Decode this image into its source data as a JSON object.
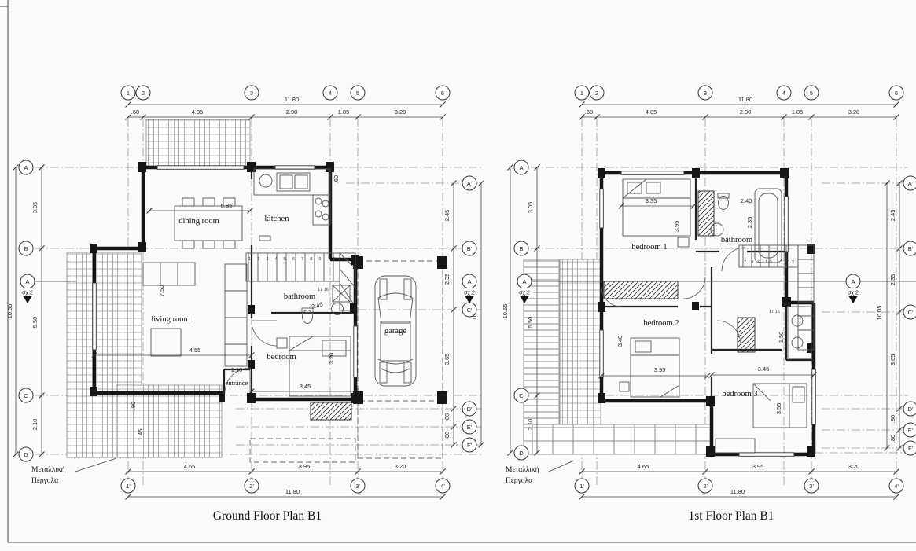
{
  "sheet": {
    "ground_title": "Ground Floor Plan  B1",
    "first_title": "1st Floor Plan  B1"
  },
  "ground": {
    "cols": [
      "1",
      "2",
      "3",
      "4",
      "5",
      "6"
    ],
    "cols_b": [
      "1'",
      "2'",
      "3'",
      "4'"
    ],
    "rows": [
      "A",
      "B",
      "C",
      "D"
    ],
    "rows_r": [
      "A'",
      "B'",
      "C'",
      "D'",
      "E'",
      "F'"
    ],
    "dim": {
      "top_total": "11.80",
      "top_segs": [
        ".60",
        "4.05",
        "2.90",
        "1.05",
        "3.20"
      ],
      "bottom_segs": [
        "4.65",
        "3.95",
        "3.20"
      ],
      "bottom_total": "11.80",
      "left_segs": [
        "3.05",
        "5.50",
        "2.10"
      ],
      "left_total": "10.65",
      "right_segs": [
        "2.45",
        "2.35",
        "3.65",
        ".80",
        ".80"
      ],
      "right_total": "10.05"
    },
    "rooms": {
      "dining": "dining room",
      "kitchen": "kitchen",
      "living": "living room",
      "bathroom": "bathroom",
      "bedroom": "bedroom",
      "entrance": "entrance",
      "garage": "garage"
    },
    "idims": {
      "dining_w": "5.85",
      "k_off": ".60",
      "liv_h": "7.50",
      "liv_w": "4.55",
      "bath": "2.45",
      "ent": "1.10",
      "bed_w": "3.45",
      "bed_h": "3.20",
      "p1": ".90",
      "p2": "1.45"
    },
    "stairs": "1 2 3 4 5 6 7 8 9 10",
    "stairs_w": "17 16",
    "section": {
      "a": "A",
      "s": "σχ.2"
    },
    "pergola": [
      "Μεταλλική",
      "Πέργολα"
    ]
  },
  "first": {
    "cols": [
      "1",
      "2",
      "3",
      "4",
      "5",
      "6"
    ],
    "cols_b": [
      "1'",
      "2'",
      "3'",
      "4'"
    ],
    "rows": [
      "A",
      "B",
      "C",
      "D"
    ],
    "rows_r": [
      "A'",
      "B'",
      "C'",
      "D'",
      "E'",
      "F'"
    ],
    "dim": {
      "top_total": "11.80",
      "top_segs": [
        ".60",
        "4.05",
        "2.90",
        "1.05",
        "3.20"
      ],
      "bottom_segs": [
        "4.65",
        "3.95",
        "3.20"
      ],
      "bottom_total": "11.80",
      "left_segs": [
        "3.05",
        "5.50",
        "2.10"
      ],
      "left_total": "10.65",
      "right_segs": [
        "2.45",
        "2.35",
        "3.65",
        ".80",
        ".80"
      ],
      "right_total": "10.05"
    },
    "rooms": {
      "bedroom1": "bedroom 1",
      "bathroom": "bathroom",
      "bedroom2": "bedroom 2",
      "bedroom3": "bedroom 3"
    },
    "idims": {
      "b1_w": "3.35",
      "b1_h": "3.95",
      "bath_w": "2.40",
      "bath_h": "2.35",
      "b2_h": "3.40",
      "b2_w": "3.95",
      "b3_w": "3.45",
      "b3_h": "3.55",
      "wc": "1.50"
    },
    "stairs": "7 8 9 10 11 12",
    "stairs_w": "17 16",
    "section": {
      "a": "A",
      "s": "σχ.2"
    },
    "pergola": [
      "Μεταλλική",
      "Πέργολα"
    ]
  }
}
